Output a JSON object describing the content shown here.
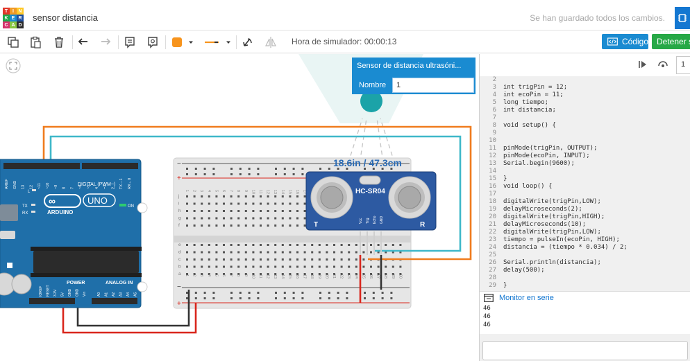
{
  "app": {
    "logo_letters": [
      "T",
      "I",
      "N",
      "K",
      "E",
      "R",
      "C",
      "A",
      "D"
    ],
    "logo_colors": [
      "#e2372a",
      "#f09a25",
      "#ffc826",
      "#1fa94a",
      "#1a8bd1",
      "#1d4fa0",
      "#d6326c",
      "#89c540",
      "#2d2d2d"
    ],
    "project_name": "sensor distancia",
    "save_status": "Se han guardado todos los cambios."
  },
  "toolbar": {
    "sim_time": "Hora de simulador: 00:00:13",
    "code_label": "Código",
    "stop_label": "Detener si",
    "color_swatch": "#f7941d",
    "wire_swatch": "#f7941d"
  },
  "inspector": {
    "title": "Sensor de distancia ultrasóni...",
    "name_label": "Nombre",
    "name_value": "1"
  },
  "scene": {
    "distance_text": "18.6in / 47.3cm",
    "sensor_model": "HC-SR04",
    "sensor_pins": [
      "Vcc",
      "Trig",
      "Echo",
      "GND"
    ],
    "sensor_corner_left": "T",
    "sensor_corner_right": "R",
    "arduino_name": "ARDUINO",
    "arduino_model": "UNO",
    "digital_label": "DIGITAL (PWM~)",
    "power_label": "POWER",
    "analog_label": "ANALOG IN",
    "on_label": "ON",
    "led_l": "L",
    "led_tx": "TX",
    "led_rx": "RX",
    "top_pins": [
      "AREF",
      "GND",
      "13",
      "12",
      "~11",
      "~10",
      "~9",
      "8",
      "7",
      "~6",
      "~5",
      "4",
      "~3",
      "2",
      "TX→1",
      "RX←0"
    ],
    "power_pins": [
      "IOREF",
      "RESET",
      "3.3V",
      "5V",
      "GND",
      "GND",
      "Vin"
    ],
    "analog_pins": [
      "A0",
      "A1",
      "A2",
      "A3",
      "A4",
      "A5"
    ],
    "bb_rows_top": [
      "j",
      "i",
      "h",
      "g",
      "f"
    ],
    "bb_rows_bottom": [
      "e",
      "d",
      "c",
      "b",
      "a"
    ],
    "bb_numbers": [
      "1",
      "2",
      "3",
      "4",
      "5",
      "6",
      "7",
      "8",
      "9",
      "10",
      "11",
      "12",
      "13",
      "14",
      "15",
      "16",
      "17",
      "18",
      "19",
      "20",
      "21",
      "22",
      "23",
      "24",
      "25",
      "26",
      "27",
      "28",
      "29",
      "30"
    ],
    "bb_minus": "−",
    "bb_plus": "+"
  },
  "code": {
    "lines": [
      {
        "n": "2",
        "t": ""
      },
      {
        "n": "3",
        "t": "int trigPin = 12;"
      },
      {
        "n": "4",
        "t": "int ecoPin = 11;"
      },
      {
        "n": "5",
        "t": "long tiempo;"
      },
      {
        "n": "6",
        "t": "int distancia;"
      },
      {
        "n": "7",
        "t": ""
      },
      {
        "n": "8",
        "t": "void setup() {"
      },
      {
        "n": "9",
        "t": ""
      },
      {
        "n": "10",
        "t": ""
      },
      {
        "n": "11",
        "t": "pinMode(trigPin, OUTPUT);"
      },
      {
        "n": "12",
        "t": "pinMode(ecoPin, INPUT);"
      },
      {
        "n": "13",
        "t": "Serial.begin(9600);"
      },
      {
        "n": "14",
        "t": ""
      },
      {
        "n": "15",
        "t": "}"
      },
      {
        "n": "16",
        "t": "void loop() {"
      },
      {
        "n": "17",
        "t": ""
      },
      {
        "n": "18",
        "t": "digitalWrite(trigPin,LOW);"
      },
      {
        "n": "19",
        "t": "delayMicroseconds(2);"
      },
      {
        "n": "20",
        "t": "digitalWrite(trigPin,HIGH);"
      },
      {
        "n": "21",
        "t": "delayMicroseconds(10);"
      },
      {
        "n": "22",
        "t": "digitalWrite(trigPin,LOW);"
      },
      {
        "n": "23",
        "t": "tiempo = pulseIn(ecoPin, HIGH);"
      },
      {
        "n": "24",
        "t": "distancia = (tiempo * 0.034) / 2;"
      },
      {
        "n": "25",
        "t": ""
      },
      {
        "n": "26",
        "t": "Serial.println(distancia);"
      },
      {
        "n": "27",
        "t": "delay(500);"
      },
      {
        "n": "28",
        "t": ""
      },
      {
        "n": "29",
        "t": "}"
      }
    ],
    "top_number": "1"
  },
  "serial": {
    "label": "Monitor en serie",
    "lines": [
      "46",
      "46",
      "46"
    ]
  },
  "colors": {
    "accent": "#1a8bd1",
    "stop": "#27a846",
    "arduino": "#1f6fa9",
    "wire_orange": "#f07c1e",
    "wire_cyan": "#3fb8c9",
    "wire_red": "#d9261c",
    "wire_black": "#333333"
  }
}
